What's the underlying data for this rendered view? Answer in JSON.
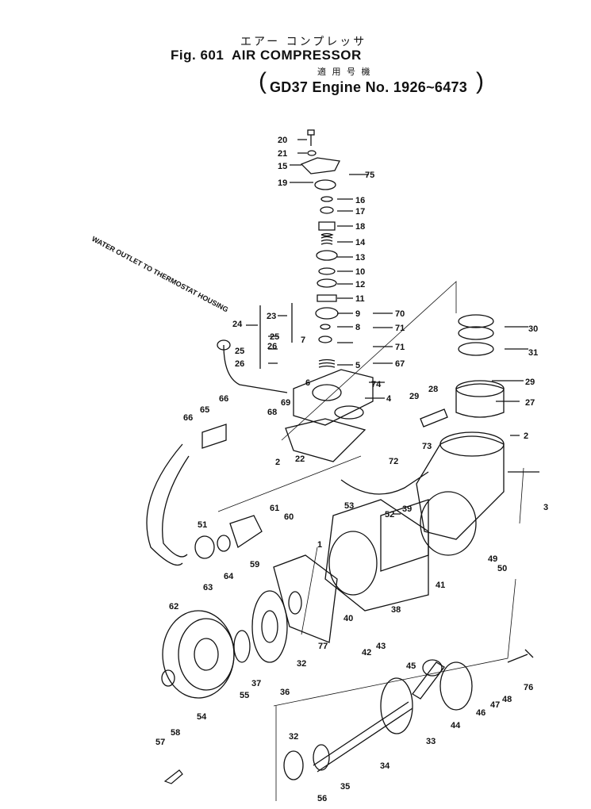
{
  "header": {
    "jp_title": "エアー コンプレッサ",
    "fig_label": "Fig. 601",
    "title": "AIR COMPRESSOR",
    "jp_applicable": "適 用 号 機",
    "applicability": "GD37 Engine No. 1926~6473"
  },
  "annotations": {
    "water_outlet": "WATER OUTLET TO THERMOSTAT HOUSING"
  },
  "part_numbers": [
    "20",
    "21",
    "15",
    "75",
    "19",
    "16",
    "17",
    "18",
    "14",
    "13",
    "10",
    "12",
    "11",
    "9",
    "70",
    "8",
    "71",
    "71",
    "67",
    "7",
    "5",
    "6",
    "74",
    "4",
    "24",
    "23",
    "25",
    "25",
    "26",
    "26",
    "69",
    "68",
    "22",
    "2",
    "66",
    "65",
    "66",
    "30",
    "31",
    "29",
    "27",
    "29",
    "28",
    "2",
    "73",
    "72",
    "3",
    "53",
    "52",
    "39",
    "51",
    "61",
    "60",
    "59",
    "64",
    "63",
    "62",
    "49",
    "50",
    "41",
    "40",
    "38",
    "42",
    "43",
    "77",
    "32",
    "37",
    "36",
    "55",
    "54",
    "57",
    "58",
    "45",
    "46",
    "47",
    "48",
    "76",
    "44",
    "33",
    "34",
    "35",
    "56",
    "32",
    "1"
  ]
}
